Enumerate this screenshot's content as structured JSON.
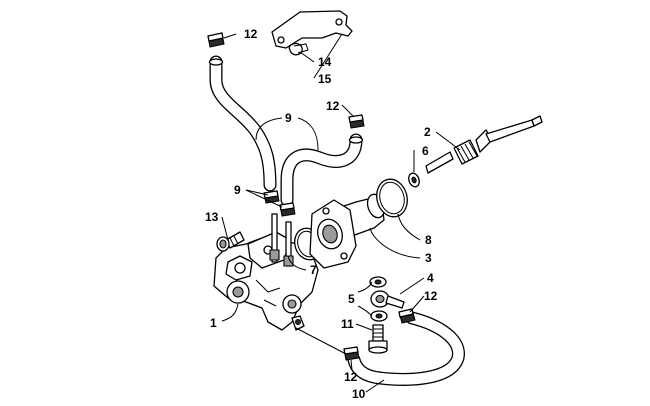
{
  "callouts": {
    "c1": "1",
    "c2": "2",
    "c3": "3",
    "c4": "4",
    "c5": "5",
    "c6": "6",
    "c7": "7",
    "c8": "8",
    "c9_top": "9",
    "c9_mid": "9",
    "c10": "10",
    "c11": "11",
    "c12_top": "12",
    "c12_upper_right": "12",
    "c12_right": "12",
    "c12_bottom": "12",
    "c13": "13",
    "c14": "14",
    "c15": "15"
  }
}
